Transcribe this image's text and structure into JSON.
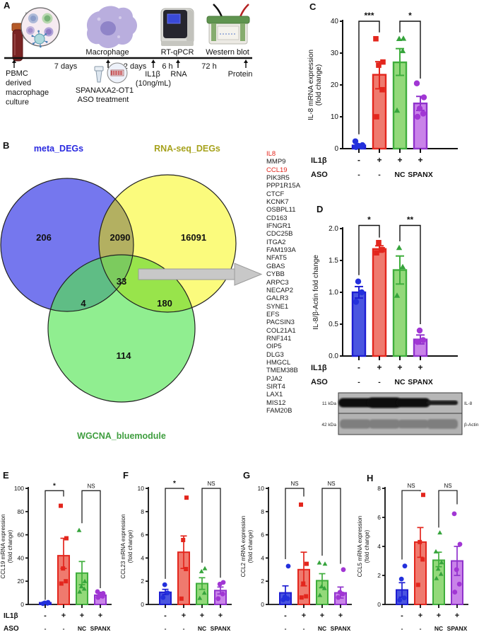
{
  "panels": {
    "order": [
      "A",
      "B",
      "C",
      "D",
      "E",
      "F",
      "G",
      "H"
    ]
  },
  "palette": {
    "groups": [
      {
        "name": "untreated",
        "fill": "#4a55e0",
        "stroke": "#1d1dd2",
        "point": "#2330dc",
        "shape": "circle"
      },
      {
        "name": "IL1b",
        "fill": "#ef7a6e",
        "stroke": "#e3261d",
        "point": "#e3261d",
        "shape": "square"
      },
      {
        "name": "IL1b-NC-ASO",
        "fill": "#93d97a",
        "stroke": "#3fae3c",
        "point": "#36a43c",
        "shape": "triangle"
      },
      {
        "name": "IL1b-SPANX-ASO",
        "fill": "#c983e9",
        "stroke": "#9032cc",
        "point": "#a136d4",
        "shape": "circle"
      }
    ]
  },
  "panelA": {
    "label": "A",
    "start_label_lines": [
      "PBMC",
      "derived",
      "macrophage",
      "culture"
    ],
    "macrophage_label": "Macrophage",
    "aso_label_lines": [
      "SPANAXA2-OT1",
      "ASO treatment"
    ],
    "stimulus_lines": [
      "IL1β",
      "(10ng/mL)"
    ],
    "rtqpcr_label": "RT-qPCR",
    "rna_label": "RNA",
    "western_label": "Western blot",
    "protein_label": "Protein",
    "durations": [
      "7 days",
      "2 days",
      "6 h",
      "72 h"
    ],
    "icons": [
      "blood-tube-icon",
      "cell-inset-icon",
      "macrophage-cell-icon",
      "aso-tube-icon",
      "rt-qpcr-machine-icon",
      "western-blot-tank-icon"
    ]
  },
  "panelB": {
    "label": "B",
    "venn": {
      "sets": [
        {
          "name": "meta_DEGs",
          "label_color": "#2a2ae0"
        },
        {
          "name": "RNA-seq_DEGs",
          "label_color": "#a6a21c"
        },
        {
          "name": "WGCNA_bluemodule",
          "label_color": "#3f9e3f"
        }
      ],
      "region_colors": {
        "meta": "#7577ee",
        "rnaseq": "#fbfb7d",
        "wgcna": "#90ee90",
        "meta_rnaseq": "#b3b061",
        "meta_wgcna": "#5fbd85",
        "rnaseq_wgcna": "#98e44b",
        "center": "#7ccb5e"
      },
      "counts": {
        "meta_only": "206",
        "rnaseq_only": "16091",
        "wgcna_only": "114",
        "meta_rnaseq": "2090",
        "meta_wgcna": "4",
        "rnaseq_wgcna": "180",
        "all": "33"
      }
    },
    "gene_list": [
      {
        "name": "IL8",
        "highlight": true
      },
      {
        "name": "MMP9",
        "highlight": false
      },
      {
        "name": "CCL19",
        "highlight": true
      },
      {
        "name": "PIK3R5",
        "highlight": false
      },
      {
        "name": "PPP1R15A",
        "highlight": false
      },
      {
        "name": "CTCF",
        "highlight": false
      },
      {
        "name": "KCNK7",
        "highlight": false
      },
      {
        "name": "OSBPL11",
        "highlight": false
      },
      {
        "name": "CD163",
        "highlight": false
      },
      {
        "name": "IFNGR1",
        "highlight": false
      },
      {
        "name": "CDC25B",
        "highlight": false
      },
      {
        "name": "ITGA2",
        "highlight": false
      },
      {
        "name": "FAM193A",
        "highlight": false
      },
      {
        "name": "NFAT5",
        "highlight": false
      },
      {
        "name": "GBAS",
        "highlight": false
      },
      {
        "name": "CYBB",
        "highlight": false
      },
      {
        "name": "ARPC3",
        "highlight": false
      },
      {
        "name": "NECAP2",
        "highlight": false
      },
      {
        "name": "GALR3",
        "highlight": false
      },
      {
        "name": "SYNE1",
        "highlight": false
      },
      {
        "name": "EFS",
        "highlight": false
      },
      {
        "name": "PACSIN3",
        "highlight": false
      },
      {
        "name": "COL21A1",
        "highlight": false
      },
      {
        "name": "RNF141",
        "highlight": false
      },
      {
        "name": "OIP5",
        "highlight": false
      },
      {
        "name": "DLG3",
        "highlight": false
      },
      {
        "name": "HMGCL",
        "highlight": false
      },
      {
        "name": "TMEM38B",
        "highlight": false
      },
      {
        "name": "PJA2",
        "highlight": false
      },
      {
        "name": "SIRT4",
        "highlight": false
      },
      {
        "name": "LAX1",
        "highlight": false
      },
      {
        "name": "MIS12",
        "highlight": false
      },
      {
        "name": "FAM20B",
        "highlight": false
      }
    ]
  },
  "chart_data": [
    {
      "type": "bar",
      "label": "C",
      "ylabel": [
        "IL-8 mRNA expression",
        "(fold change)"
      ],
      "ylim": [
        0,
        40
      ],
      "yticks": [
        0,
        10,
        20,
        30,
        40
      ],
      "ytick_labels": [
        "0",
        "10",
        "20",
        "30",
        "40"
      ],
      "bars": [
        {
          "value": 1.0,
          "err": null,
          "points": [
            0.5,
            0.7,
            0.9,
            1.1,
            2.3
          ]
        },
        {
          "value": 23.2,
          "err": [
            18.8,
            27.3
          ],
          "points": [
            10,
            18.5,
            26.2,
            27.2,
            34.5
          ]
        },
        {
          "value": 27.1,
          "err": [
            23.0,
            31.4
          ],
          "points": [
            12,
            30.7,
            34.5,
            34.6
          ]
        },
        {
          "value": 14.2,
          "err": [
            12.0,
            16.4
          ],
          "points": [
            10,
            11,
            12.6,
            16.1,
            20.5
          ]
        }
      ],
      "brackets": [
        {
          "a": 0,
          "b": 1,
          "label": "***",
          "top": 40,
          "leg_a": 4.5,
          "leg_b": 36.5
        },
        {
          "a": 2,
          "b": 3,
          "label": "*",
          "top": 40,
          "leg_a": 36.5,
          "leg_b": 22
        }
      ],
      "row1": {
        "label": "IL1β",
        "values": [
          "-",
          "+",
          "+",
          "+"
        ]
      },
      "row2": {
        "label": "ASO",
        "values": [
          "-",
          "-",
          "NC",
          "SPANX"
        ]
      }
    },
    {
      "type": "bar",
      "label": "D",
      "ylabel": [
        "IL-8/β-Actin fold change"
      ],
      "ylim": [
        0,
        2
      ],
      "yticks": [
        0,
        0.5,
        1.0,
        1.5,
        2.0
      ],
      "ytick_labels": [
        "0.0",
        "0.5",
        "1.0",
        "1.5",
        "2.0"
      ],
      "bars": [
        {
          "value": 1.0,
          "err": [
            0.91,
            1.09
          ],
          "points": [
            0.85,
            1.0,
            1.17
          ]
        },
        {
          "value": 1.68,
          "err": [
            1.63,
            1.73
          ],
          "points": [
            1.62,
            1.67,
            1.78
          ]
        },
        {
          "value": 1.35,
          "err": [
            1.13,
            1.57
          ],
          "points": [
            0.95,
            1.4,
            1.7
          ]
        },
        {
          "value": 0.26,
          "err": [
            0.19,
            0.33
          ],
          "points": [
            0.22,
            0.25,
            0.4
          ]
        }
      ],
      "brackets": [
        {
          "a": 0,
          "b": 1,
          "label": "*",
          "top": 2.05,
          "leg_a": 1.27,
          "leg_b": 1.86
        },
        {
          "a": 2,
          "b": 3,
          "label": "**",
          "top": 2.05,
          "leg_a": 1.8,
          "leg_b": 0.5
        }
      ],
      "row1": {
        "label": "IL1β",
        "values": [
          "-",
          "+",
          "+",
          "+"
        ]
      },
      "row2": {
        "label": "ASO",
        "values": [
          "-",
          "-",
          "NC",
          "SPANX"
        ]
      }
    },
    {
      "type": "bar",
      "label": "E",
      "ylabel": [
        "CCL19 mRNA expression",
        "(fold change)"
      ],
      "ylim": [
        0,
        100
      ],
      "yticks": [
        0,
        20,
        40,
        60,
        80,
        100
      ],
      "ytick_labels": [
        "0",
        "20",
        "40",
        "60",
        "80",
        "100"
      ],
      "bars": [
        {
          "value": 1.5,
          "err": null,
          "points": [
            0.7,
            1.0,
            1.3,
            1.8
          ]
        },
        {
          "value": 42,
          "err": [
            31,
            57
          ],
          "points": [
            18,
            20,
            31,
            57,
            85
          ]
        },
        {
          "value": 27,
          "err": [
            17,
            37
          ],
          "points": [
            11,
            13.5,
            15.5,
            20,
            64
          ]
        },
        {
          "value": 8,
          "err": [
            6,
            10.5
          ],
          "points": [
            6,
            7,
            8,
            9.5,
            11
          ]
        }
      ],
      "brackets": [
        {
          "a": 0,
          "b": 1,
          "label": "*",
          "top": 98,
          "leg_a": 4,
          "leg_b": 93
        },
        {
          "a": 2,
          "b": 3,
          "label": "NS",
          "top": 98,
          "leg_a": 70,
          "leg_b": 14
        }
      ],
      "row1": {
        "label": "IL1β",
        "values": [
          "-",
          "+",
          "+",
          "+"
        ]
      },
      "row2": {
        "label": "ASO",
        "values": [
          "-",
          "-",
          "NC",
          "SPANX"
        ]
      }
    },
    {
      "type": "bar",
      "label": "F",
      "ylabel": [
        "CCL23 mRNA expression",
        "(fold change)"
      ],
      "ylim": [
        0,
        10
      ],
      "yticks": [
        0,
        2,
        4,
        6,
        8,
        10
      ],
      "ytick_labels": [
        "0",
        "2",
        "4",
        "6",
        "8",
        "10"
      ],
      "bars": [
        {
          "value": 1.05,
          "err": [
            0.85,
            1.3
          ],
          "points": [
            0.6,
            1.0,
            1.7
          ]
        },
        {
          "value": 4.5,
          "err": [
            3.1,
            5.9
          ],
          "points": [
            0.5,
            3.05,
            5.55,
            9.2
          ]
        },
        {
          "value": 1.8,
          "err": [
            1.3,
            2.3
          ],
          "points": [
            0.55,
            1.0,
            2.85,
            3.1
          ]
        },
        {
          "value": 1.2,
          "err": [
            0.9,
            1.5
          ],
          "points": [
            0.5,
            0.9,
            1.75,
            1.9
          ]
        }
      ],
      "brackets": [
        {
          "a": 0,
          "b": 1,
          "label": "*",
          "top": 10,
          "leg_a": 2.2,
          "leg_b": 9.9
        },
        {
          "a": 2,
          "b": 3,
          "label": "NS",
          "top": 10,
          "leg_a": 3.6,
          "leg_b": 2.3
        }
      ],
      "row1": {
        "label": null,
        "values": [
          "-",
          "+",
          "+",
          "+"
        ]
      },
      "row2": {
        "label": null,
        "values": [
          "-",
          "-",
          "NC",
          "SPANX"
        ]
      }
    },
    {
      "type": "bar",
      "label": "G",
      "ylabel": [
        "CCL2 mRNA expression",
        "(fold change)"
      ],
      "ylim": [
        0,
        10
      ],
      "yticks": [
        0,
        2,
        4,
        6,
        8,
        10
      ],
      "ytick_labels": [
        "0",
        "2",
        "4",
        "6",
        "8",
        "10"
      ],
      "bars": [
        {
          "value": 1.0,
          "err": [
            0.4,
            1.6
          ],
          "points": [
            0.4,
            0.5,
            0.65,
            3.3
          ]
        },
        {
          "value": 3.0,
          "err": [
            1.6,
            4.5
          ],
          "points": [
            0.6,
            0.7,
            1.8,
            3.5,
            8.6
          ]
        },
        {
          "value": 2.05,
          "err": [
            1.45,
            2.65
          ],
          "points": [
            0.8,
            1.4,
            1.55,
            3.5,
            3.6
          ]
        },
        {
          "value": 1.0,
          "err": [
            0.55,
            1.5
          ],
          "points": [
            0.6,
            0.9,
            1.05,
            3.0
          ]
        }
      ],
      "brackets": [
        {
          "a": 0,
          "b": 1,
          "label": "NS",
          "top": 10,
          "leg_a": 3.9,
          "leg_b": 9.3
        },
        {
          "a": 2,
          "b": 3,
          "label": "NS",
          "top": 10,
          "leg_a": 4.2,
          "leg_b": 3.5
        }
      ],
      "row1": {
        "label": null,
        "values": [
          "-",
          "+",
          "+",
          "+"
        ]
      },
      "row2": {
        "label": null,
        "values": [
          "-",
          "-",
          "NC",
          "SPANX"
        ]
      }
    },
    {
      "type": "bar",
      "label": "H",
      "ylabel": [
        "CCL5 mRNA expression",
        "(fold change)"
      ],
      "ylim": [
        0,
        8
      ],
      "yticks": [
        0,
        2,
        4,
        6,
        8
      ],
      "ytick_labels": [
        "0",
        "2",
        "4",
        "6",
        "8"
      ],
      "bars": [
        {
          "value": 1.0,
          "err": [
            0.5,
            1.5
          ],
          "points": [
            0.3,
            0.45,
            1.75,
            2.65
          ]
        },
        {
          "value": 4.3,
          "err": [
            3.25,
            5.3
          ],
          "points": [
            1.35,
            3.1,
            4.3,
            7.55
          ]
        },
        {
          "value": 3.05,
          "err": [
            2.6,
            3.6
          ],
          "points": [
            1.8,
            2.1,
            2.45,
            2.9,
            3.65,
            4.95
          ]
        },
        {
          "value": 3.0,
          "err": [
            2.0,
            4.0
          ],
          "points": [
            0.85,
            1.4,
            2.4,
            4.15,
            6.25
          ]
        }
      ],
      "brackets": [
        {
          "a": 0,
          "b": 1,
          "label": "NS",
          "top": 7.85,
          "leg_a": 3.1,
          "leg_b": 7.8
        },
        {
          "a": 2,
          "b": 3,
          "label": "NS",
          "top": 7.85,
          "leg_a": 5.3,
          "leg_b": 6.9
        }
      ],
      "row1": {
        "label": null,
        "values": [
          "-",
          "+",
          "+",
          "+"
        ]
      },
      "row2": {
        "label": null,
        "values": [
          "-",
          "-",
          "NC",
          "SPANX"
        ]
      }
    }
  ],
  "westernblot": {
    "marker_labels": [
      "11 kDa",
      "42 kDa"
    ],
    "protein_labels": [
      "IL-8",
      "β-Actin"
    ],
    "lanes": 4,
    "band_rows": [
      {
        "protein": "IL-8",
        "intensities": [
          1.0,
          1.15,
          1.0,
          0.5
        ]
      },
      {
        "protein": "β-Actin",
        "intensities": [
          1.0,
          1.0,
          0.95,
          1.05
        ]
      }
    ]
  }
}
